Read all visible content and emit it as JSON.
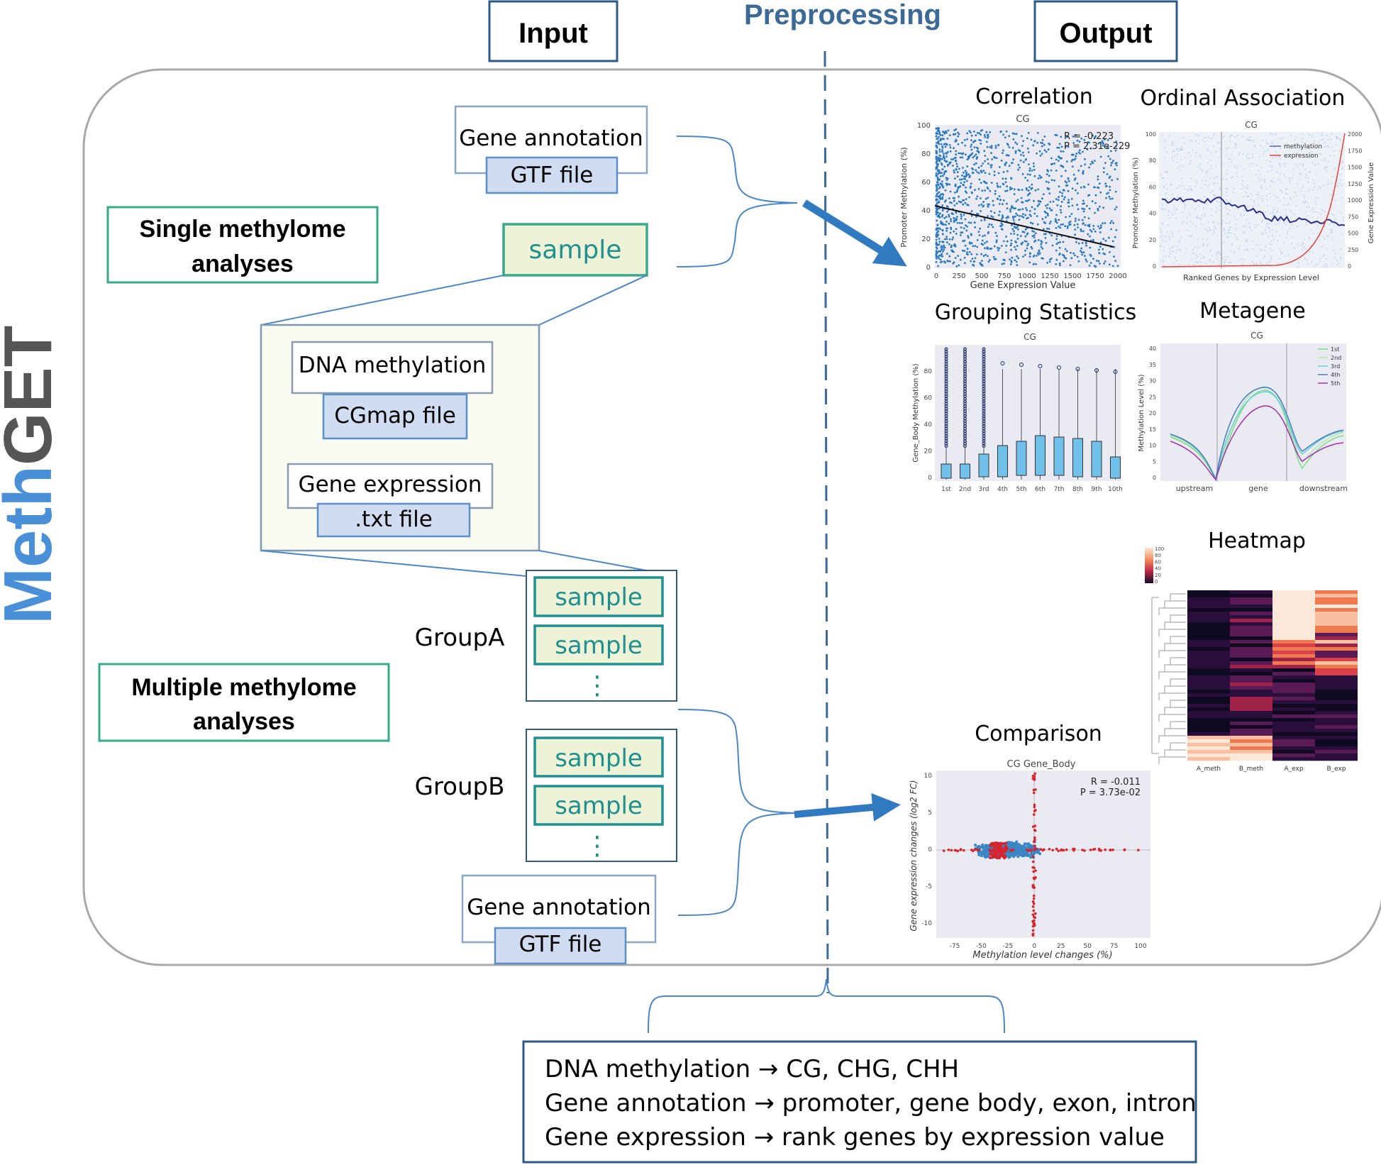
{
  "headers": {
    "input": "Input",
    "preprocessing": "Preprocessing",
    "output": "Output"
  },
  "brand": {
    "meth": "Meth",
    "get": "GET",
    "meth_color": "#4a90d9",
    "get_color": "#555555"
  },
  "single": {
    "label_line1": "Single methylome",
    "label_line2": "analyses",
    "gene_annotation": "Gene annotation",
    "gtf_file": "GTF file",
    "sample": "sample",
    "dna_methylation": "DNA methylation",
    "cgmap_file": "CGmap file",
    "gene_expression": "Gene expression",
    "txt_file": ".txt file"
  },
  "multiple": {
    "label_line1": "Multiple methylome",
    "label_line2": "analyses",
    "group_a": "GroupA",
    "group_b": "GroupB",
    "sample": "sample",
    "ellipsis": "⋮",
    "gene_annotation": "Gene annotation",
    "gtf_file": "GTF file"
  },
  "preprocessing": {
    "line1": "DNA methylation → CG, CHG, CHH",
    "line2": "Gene annotation → promoter, gene body, exon, intron",
    "line3": "Gene expression  → rank genes by expression value"
  },
  "outputs": {
    "correlation": {
      "title": "Correlation",
      "subtitle": "CG",
      "stat_r": "R = -0.223",
      "stat_p": "P = 2.31e-229",
      "xlabel": "Gene Expression Value",
      "ylabel": "Promoter Methylation (%)",
      "xticks": [
        "0",
        "250",
        "500",
        "750",
        "1000",
        "1250",
        "1500",
        "1750",
        "2000"
      ],
      "yticks": [
        "0",
        "20",
        "40",
        "60",
        "80",
        "100"
      ]
    },
    "ordinal": {
      "title": "Ordinal Association",
      "subtitle": "CG",
      "xlabel": "Ranked Genes by Expression Level",
      "ylabel_left": "Promoter Methylation (%)",
      "ylabel_right": "Gene Expression Value",
      "legend": [
        "methylation",
        "expression"
      ],
      "yticks_left": [
        "0",
        "20",
        "40",
        "60",
        "80",
        "100"
      ],
      "yticks_right": [
        "0",
        "250",
        "500",
        "750",
        "1000",
        "1250",
        "1500",
        "1750",
        "2000"
      ]
    },
    "grouping": {
      "title": "Grouping Statistics",
      "subtitle": "CG",
      "ylabel": "Gene_Body Methylation (%)",
      "categories": [
        "1st",
        "2nd",
        "3rd",
        "4th",
        "5th",
        "6th",
        "7th",
        "8th",
        "9th",
        "10th"
      ],
      "yticks": [
        "0",
        "20",
        "40",
        "60",
        "80"
      ]
    },
    "metagene": {
      "title": "Metagene",
      "subtitle": "CG",
      "ylabel": "Methylation Level (%)",
      "xticks": [
        "upstream",
        "gene",
        "downstream"
      ],
      "legend": [
        "1st",
        "2nd",
        "3rd",
        "4th",
        "5th"
      ],
      "yticks": [
        "0",
        "5",
        "10",
        "15",
        "20",
        "25",
        "30",
        "35",
        "40"
      ]
    },
    "heatmap": {
      "title": "Heatmap",
      "columns": [
        "A_meth",
        "B_meth",
        "A_exp",
        "B_exp"
      ],
      "scale": [
        "100",
        "80",
        "60",
        "40",
        "20",
        "0"
      ]
    },
    "comparison": {
      "title": "Comparison",
      "subtitle": "CG Gene_Body",
      "stat_r": "R = -0.011",
      "stat_p": "P = 3.73e-02",
      "xlabel": "Methylation level changes (%)",
      "ylabel": "Gene expression changes (log2 FC)",
      "xticks": [
        "-75",
        "-50",
        "-25",
        "0",
        "25",
        "50",
        "75",
        "100"
      ],
      "yticks": [
        "10",
        "5",
        "0",
        "-5",
        "-10"
      ]
    }
  },
  "colors": {
    "header_border": "#2e5a87",
    "preprocessing_title": "#3b6a96",
    "green_border": "#3aa88a",
    "sample_fill": "#eef2d6",
    "sample_text": "#1f8f8f",
    "file_fill": "#cfdcf2",
    "file_border": "#5b8fc9",
    "connector": "#4a86c8",
    "arrow": "#2f7ac0",
    "panel_border": "#9a9a9a",
    "dots": "#2878b8",
    "red": "#d9232b"
  }
}
